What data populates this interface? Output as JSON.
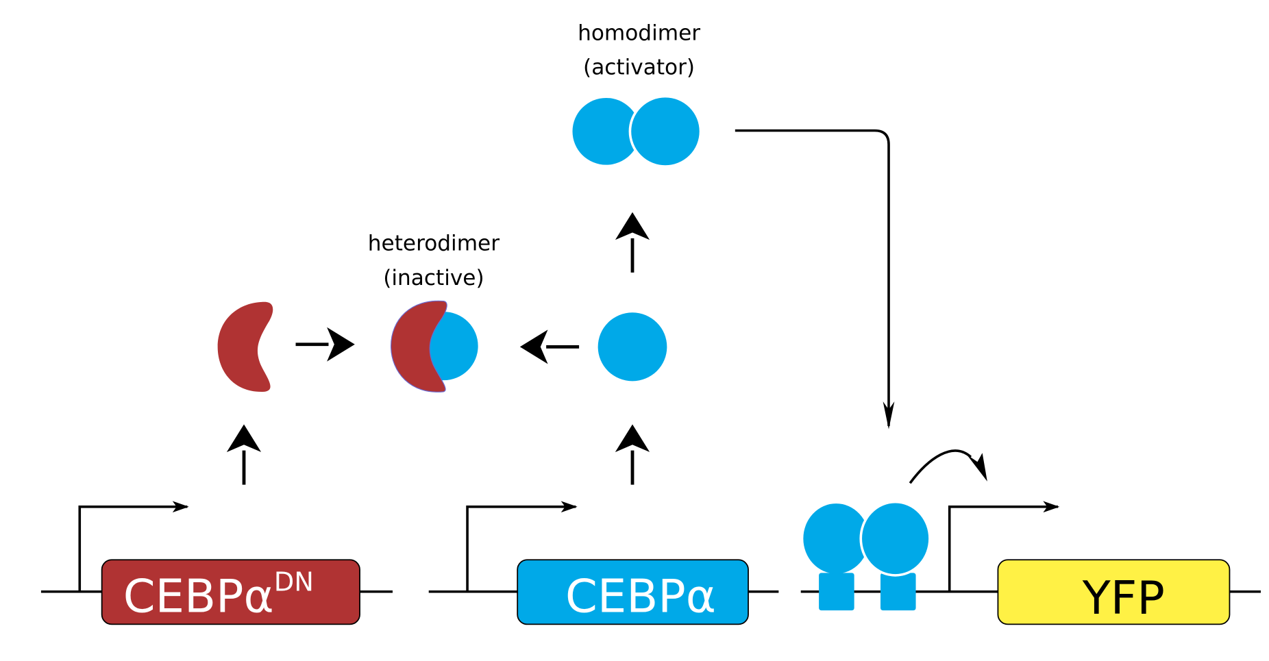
{
  "title": "CEBPa dominant-negative circuit driving YFP",
  "colors": {
    "dominant_negative": "#b03333",
    "cebpa": "#00a9e8",
    "reporter": "#fff145",
    "line": "#000000",
    "gene_text_light": "#ffffff",
    "gene_text_dark": "#000000"
  },
  "labels": {
    "homodimer_line1": "homodimer",
    "homodimer_line2": "(activator)",
    "heterodimer_line1": "heterodimer",
    "heterodimer_line2": "(inactive)"
  },
  "genes": [
    {
      "id": "cebpa-dn",
      "name": "CEBPα",
      "superscript": "DN"
    },
    {
      "id": "cebpa",
      "name": "CEBPα",
      "superscript": ""
    },
    {
      "id": "yfp",
      "name": "YFP",
      "superscript": ""
    }
  ],
  "species": [
    {
      "id": "dn-monomer",
      "description": "CEBPα-DN monomer (crescent)"
    },
    {
      "id": "cebpa-monomer",
      "description": "CEBPα monomer"
    },
    {
      "id": "heterodimer",
      "description": "CEBPα-DN / CEBPα heterodimer, inactive"
    },
    {
      "id": "homodimer",
      "description": "CEBPα homodimer, activator"
    },
    {
      "id": "bound-homodimer",
      "description": "Homodimer bound to YFP promoter"
    }
  ]
}
